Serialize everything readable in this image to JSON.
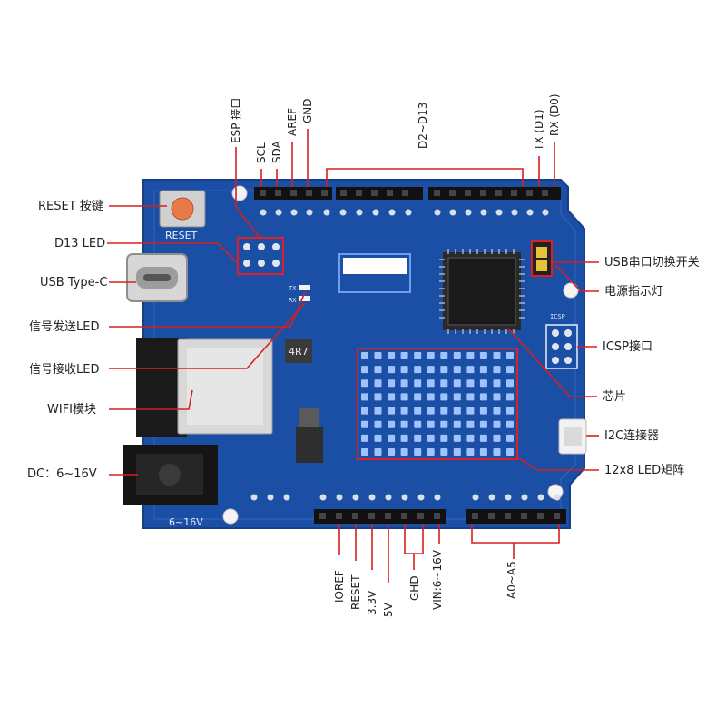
{
  "labels_left": {
    "reset_button": "RESET 按键",
    "d13_led": "D13 LED",
    "usb_type_c": "USB Type-C",
    "tx_led": "信号发送LED",
    "rx_led": "信号接收LED",
    "wifi_module": "WIFI模块",
    "dc_input": "DC：6~16V"
  },
  "labels_right": {
    "usb_serial_switch": "USB串口切换开关",
    "power_led": "电源指示灯",
    "icsp_port": "ICSP接口",
    "chip": "芯片",
    "i2c_connector": "I2C连接器",
    "led_matrix": "12x8 LED矩阵"
  },
  "labels_top": {
    "esp_port": "ESP 接口",
    "scl": "SCL",
    "sda": "SDA",
    "aref": "AREF",
    "gnd": "GND",
    "d2_d13": "D2~D13",
    "tx_d1": "TX (D1)",
    "rx_d0": "RX (D0)"
  },
  "labels_bottom": {
    "ioref": "IOREF",
    "reset": "RESET",
    "v33": "3.3V",
    "v5": "5V",
    "gnd": "GHD",
    "vin": "VIN:6~16V",
    "a0_a5": "A0~A5"
  },
  "silkscreen": {
    "reset": "RESET",
    "voltage": "6~16V",
    "icsp": "ICSP",
    "inductor": "4R7",
    "tx": "TX",
    "rx": "RX"
  }
}
